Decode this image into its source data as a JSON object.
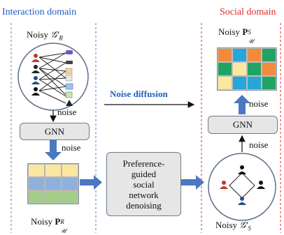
{
  "interaction_domain": {
    "title": "Interaction domain",
    "title_color": "#1f5fbf",
    "graph_label_prefix": "Noisy ",
    "graph_label_symbol": "𝒢′",
    "graph_label_sub": "R",
    "noise_label_1": "noise",
    "gnn_label": "GNN",
    "noise_label_2": "noise",
    "matrix_label_prefix": "Noisy ",
    "matrix_label_symbol": "P",
    "matrix_label_sub": "𝒰",
    "matrix_label_sup": "R",
    "matrix_colors": [
      [
        "#fbe8a0",
        "#fbe8a0",
        "#fbe8a0"
      ],
      [
        "#8fb0dc",
        "#8fb0dc",
        "#8fb0dc"
      ],
      [
        "#a5cd8a",
        "#a5cd8a",
        "#a5cd8a"
      ]
    ]
  },
  "middle": {
    "noise_diffusion_label": "Noise diffusion",
    "noise_diffusion_color": "#1f5fbf",
    "denoise_line1": "Preference-",
    "denoise_line2": "guided",
    "denoise_line3": "social",
    "denoise_line4": "network",
    "denoise_line5": "denoising"
  },
  "social_domain": {
    "title": "Social domain",
    "title_color": "#e02a2a",
    "matrix_label_prefix": "Noisy ",
    "matrix_label_symbol": "P",
    "matrix_label_sub": "𝒰",
    "matrix_label_sup": "S",
    "noise_label_top": "noise",
    "gnn_label": "GNN",
    "noise_label_bottom": "noise",
    "graph_label_prefix": "Noisy ",
    "graph_label_symbol": "𝒢′",
    "graph_label_sub": "S",
    "matrix_colors": [
      [
        "#f28a3c",
        "#26a6d9",
        "#f28a3c",
        "#1fa463"
      ],
      [
        "#1fa463",
        "#fbe8a0",
        "#1fa463",
        "#f28a3c"
      ],
      [
        "#fbe8a0",
        "#26a6d9",
        "#26a6d9",
        "#1fa463"
      ]
    ]
  },
  "colors": {
    "arrow_blue": "#4a78c2",
    "dash_blue": "#5c7fbf",
    "dash_red": "#e02a2a",
    "box_gray": "#e6e6e6",
    "circle_stroke": "#5d6f86"
  }
}
